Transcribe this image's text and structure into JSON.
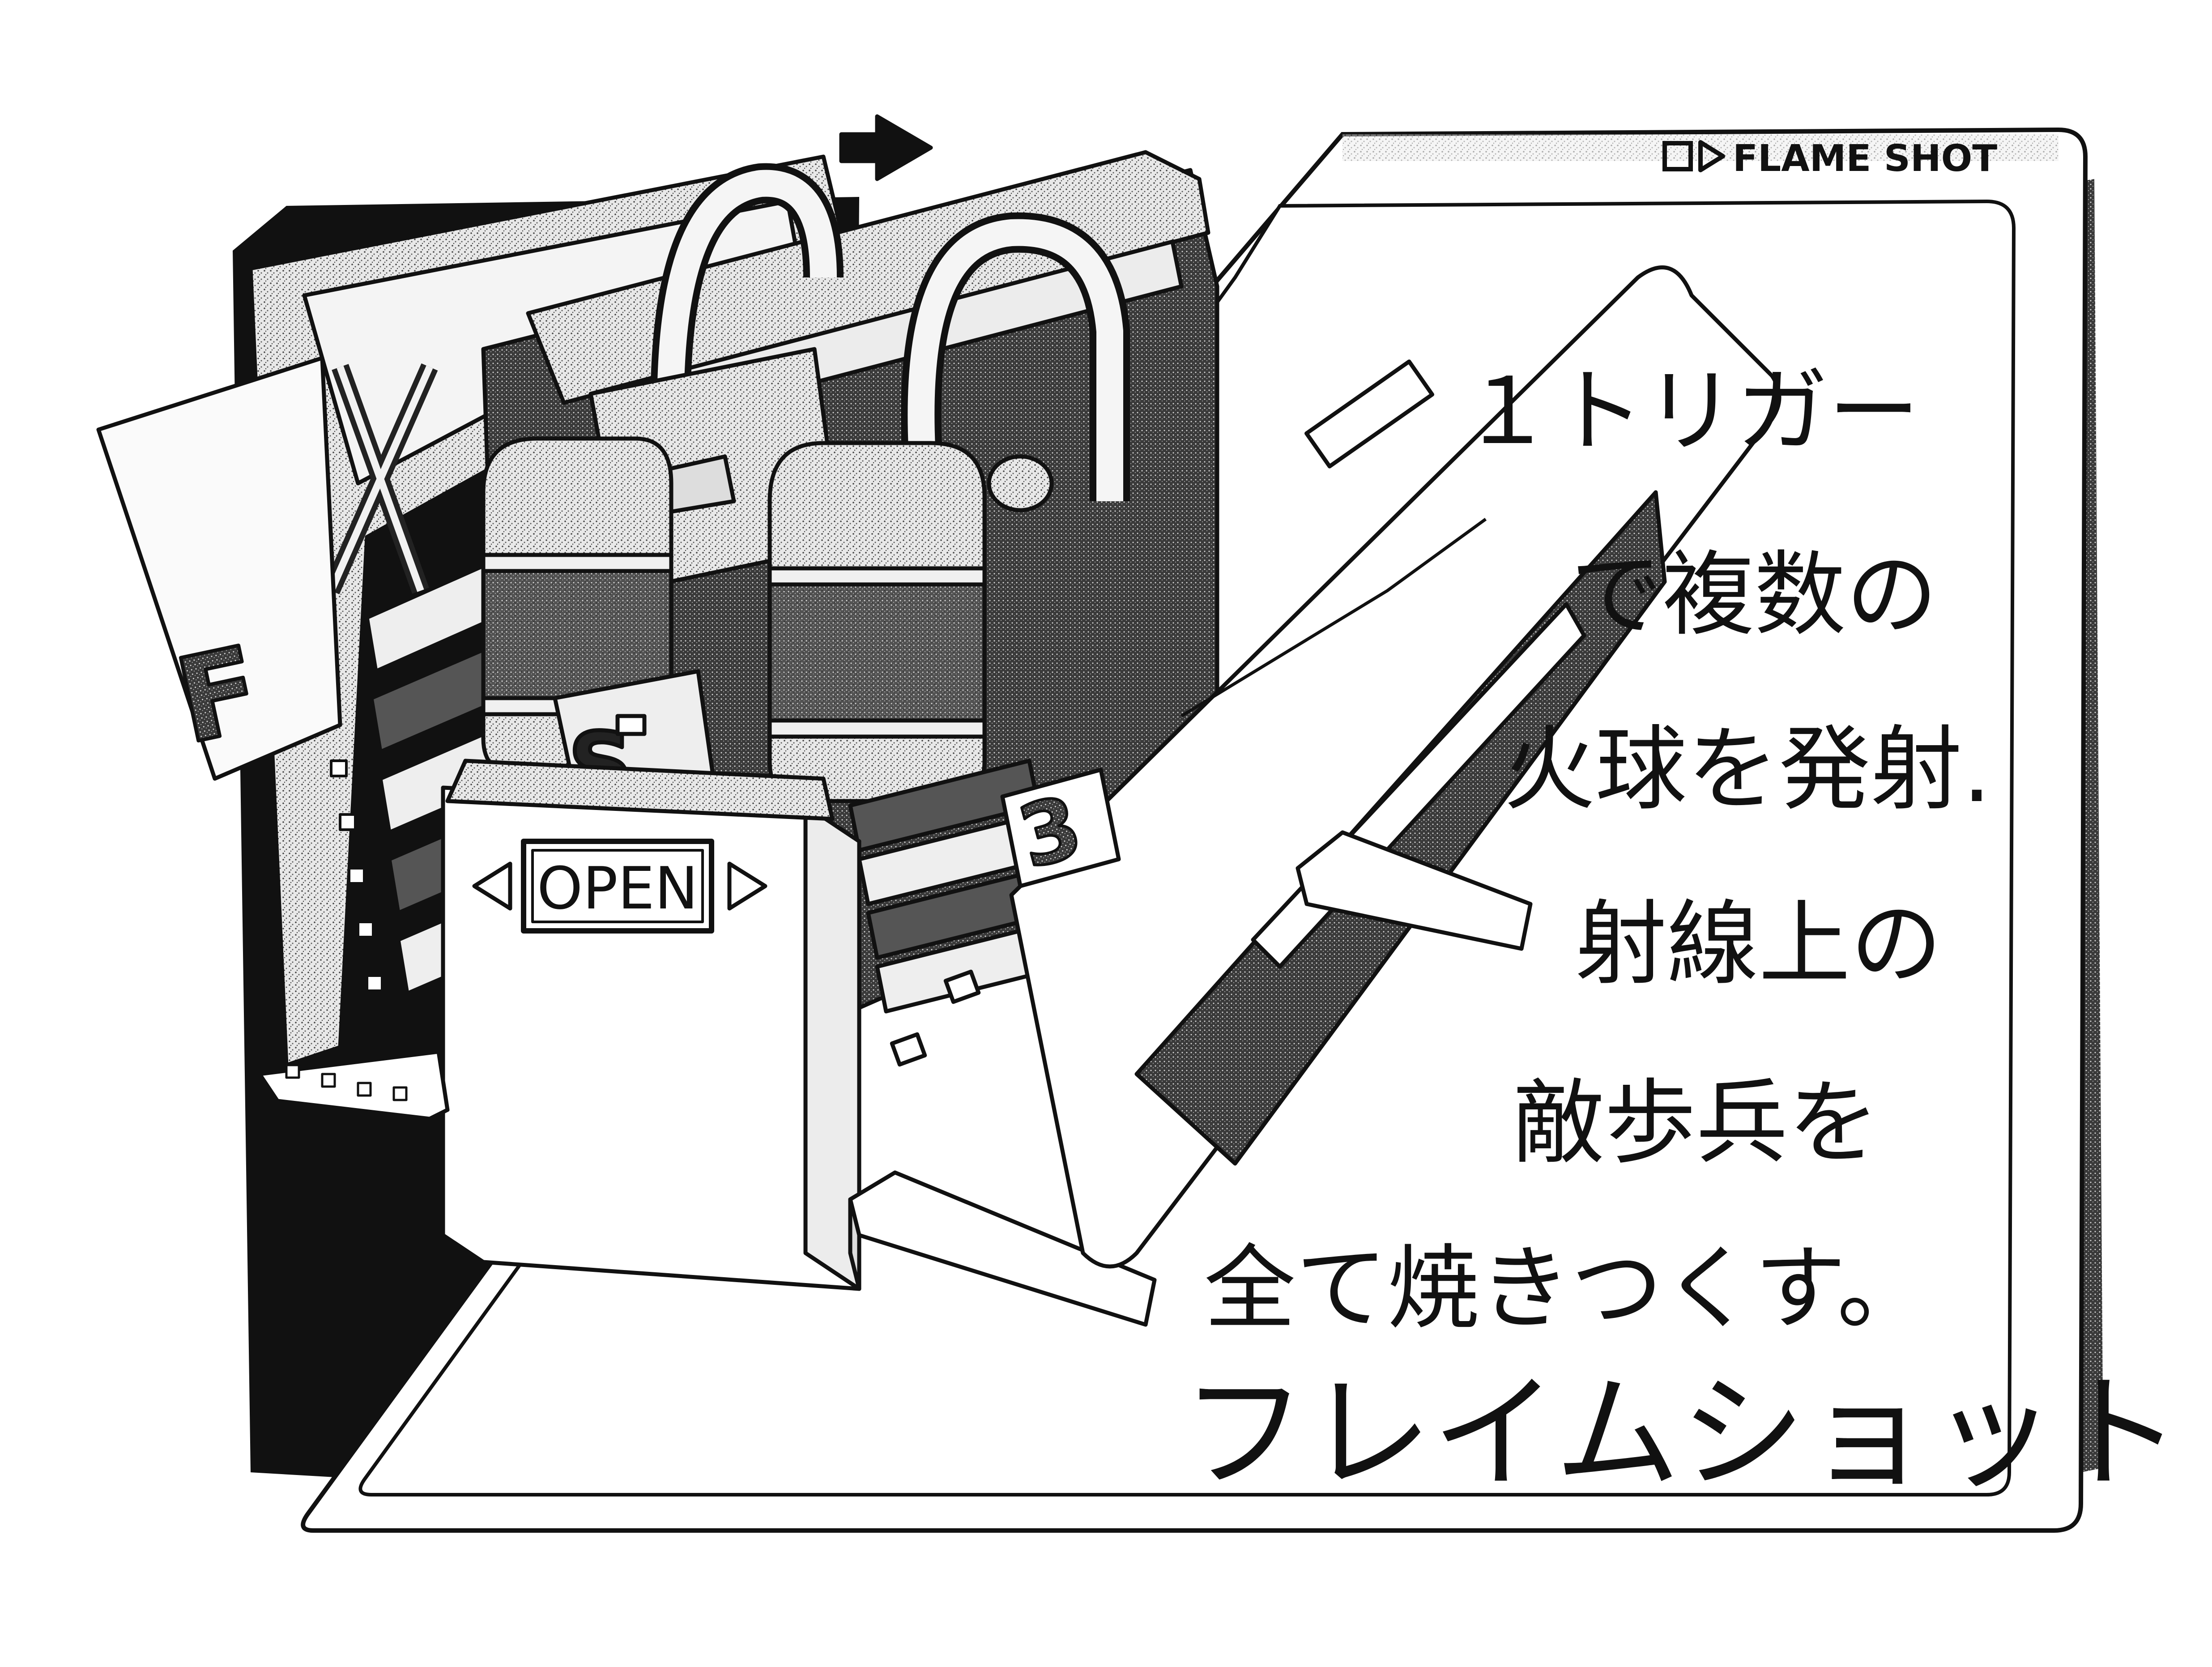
{
  "header": {
    "label": "FLAME SHOT"
  },
  "device": {
    "open_label": "OPEN",
    "letter_label": "F",
    "number_label": "3",
    "side_mark": "S"
  },
  "description": {
    "lines": [
      "１トリガー",
      "で複数の",
      "火球を発射.",
      "射線上の",
      "敵歩兵を",
      "全て焼きつくす。"
    ]
  },
  "caption": {
    "title": "フレイムショット"
  },
  "icons": {
    "header": "square-play-icon",
    "arrows": [
      "triangle-left-icon",
      "triangle-right-icon"
    ]
  }
}
